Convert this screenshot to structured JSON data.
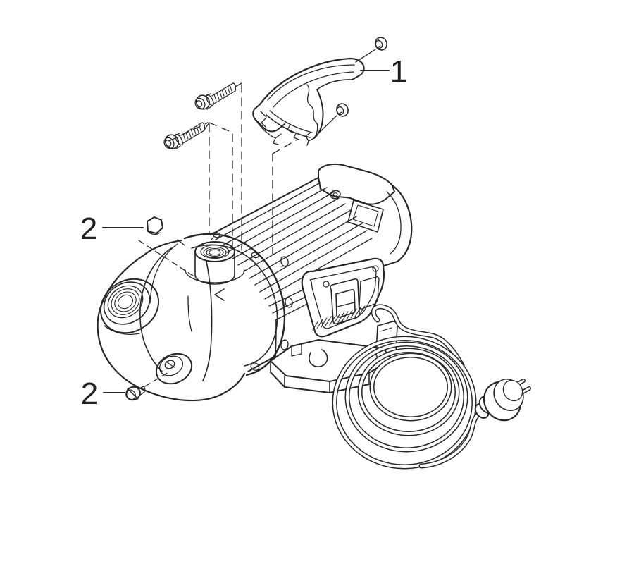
{
  "figure": {
    "type": "exploded-view-parts-diagram",
    "background": "#ffffff",
    "line_color": "#262626",
    "callouts": [
      {
        "label": "1",
        "part": "carry-handle"
      },
      {
        "label": "2",
        "part": "sealing-plug"
      },
      {
        "label": "2",
        "part": "drain-screw"
      }
    ]
  }
}
